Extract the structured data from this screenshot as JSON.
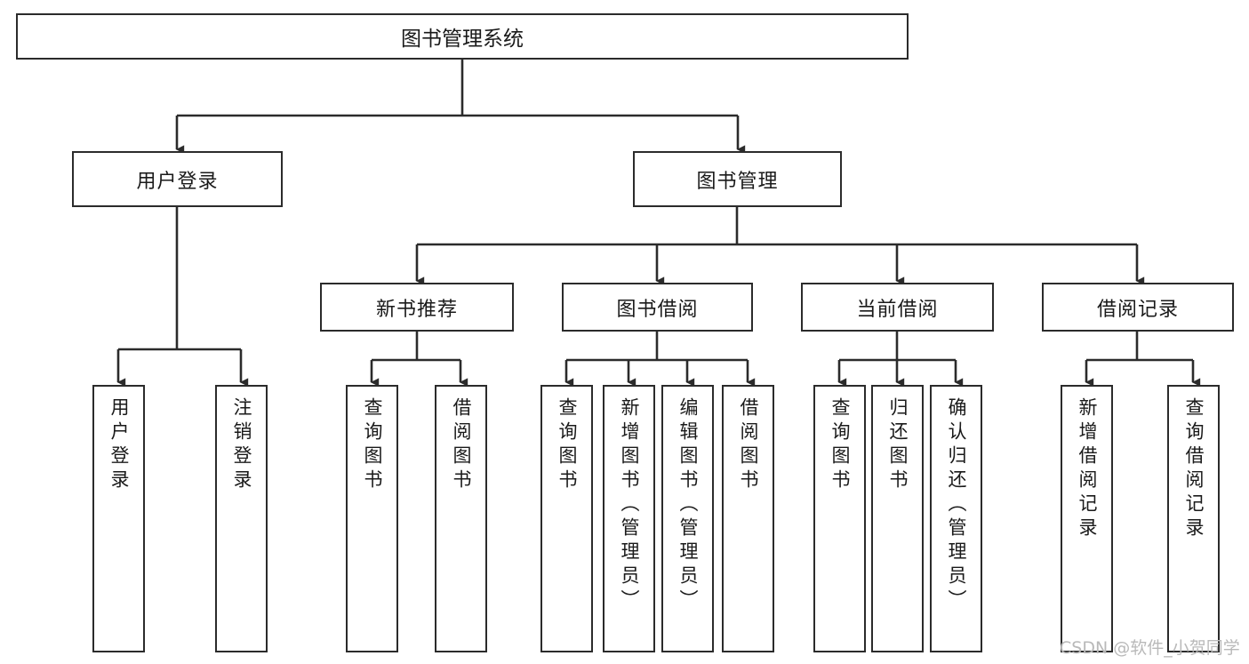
{
  "diagram": {
    "type": "tree-hierarchy-diagram",
    "title": "图书管理系统",
    "watermark": "CSDN @软件_小贺同学",
    "colors": {
      "box_border": "#2b2b2b",
      "box_fill": "#ffffff",
      "connector": "#2b2b2b",
      "text": "#1a1a1a",
      "watermark": "#b9b9b9",
      "background": "#ffffff"
    },
    "root": {
      "label": "图书管理系统"
    },
    "level2": [
      {
        "label": "用户登录"
      },
      {
        "label": "图书管理"
      }
    ],
    "level3": [
      {
        "label": "新书推荐"
      },
      {
        "label": "图书借阅"
      },
      {
        "label": "当前借阅"
      },
      {
        "label": "借阅记录"
      }
    ],
    "leaves": {
      "user_login": [
        {
          "label": "用户登录"
        },
        {
          "label": "注销登录"
        }
      ],
      "new_book_recommend": [
        {
          "label": "查询图书"
        },
        {
          "label": "借阅图书"
        }
      ],
      "book_borrow": [
        {
          "label": "查询图书"
        },
        {
          "label": "新增图书（管理员）"
        },
        {
          "label": "编辑图书（管理员）"
        },
        {
          "label": "借阅图书"
        }
      ],
      "current_borrow": [
        {
          "label": "查询图书"
        },
        {
          "label": "归还图书"
        },
        {
          "label": "确认归还（管理员）"
        }
      ],
      "borrow_record": [
        {
          "label": "新增借阅记录"
        },
        {
          "label": "查询借阅记录"
        }
      ]
    }
  }
}
